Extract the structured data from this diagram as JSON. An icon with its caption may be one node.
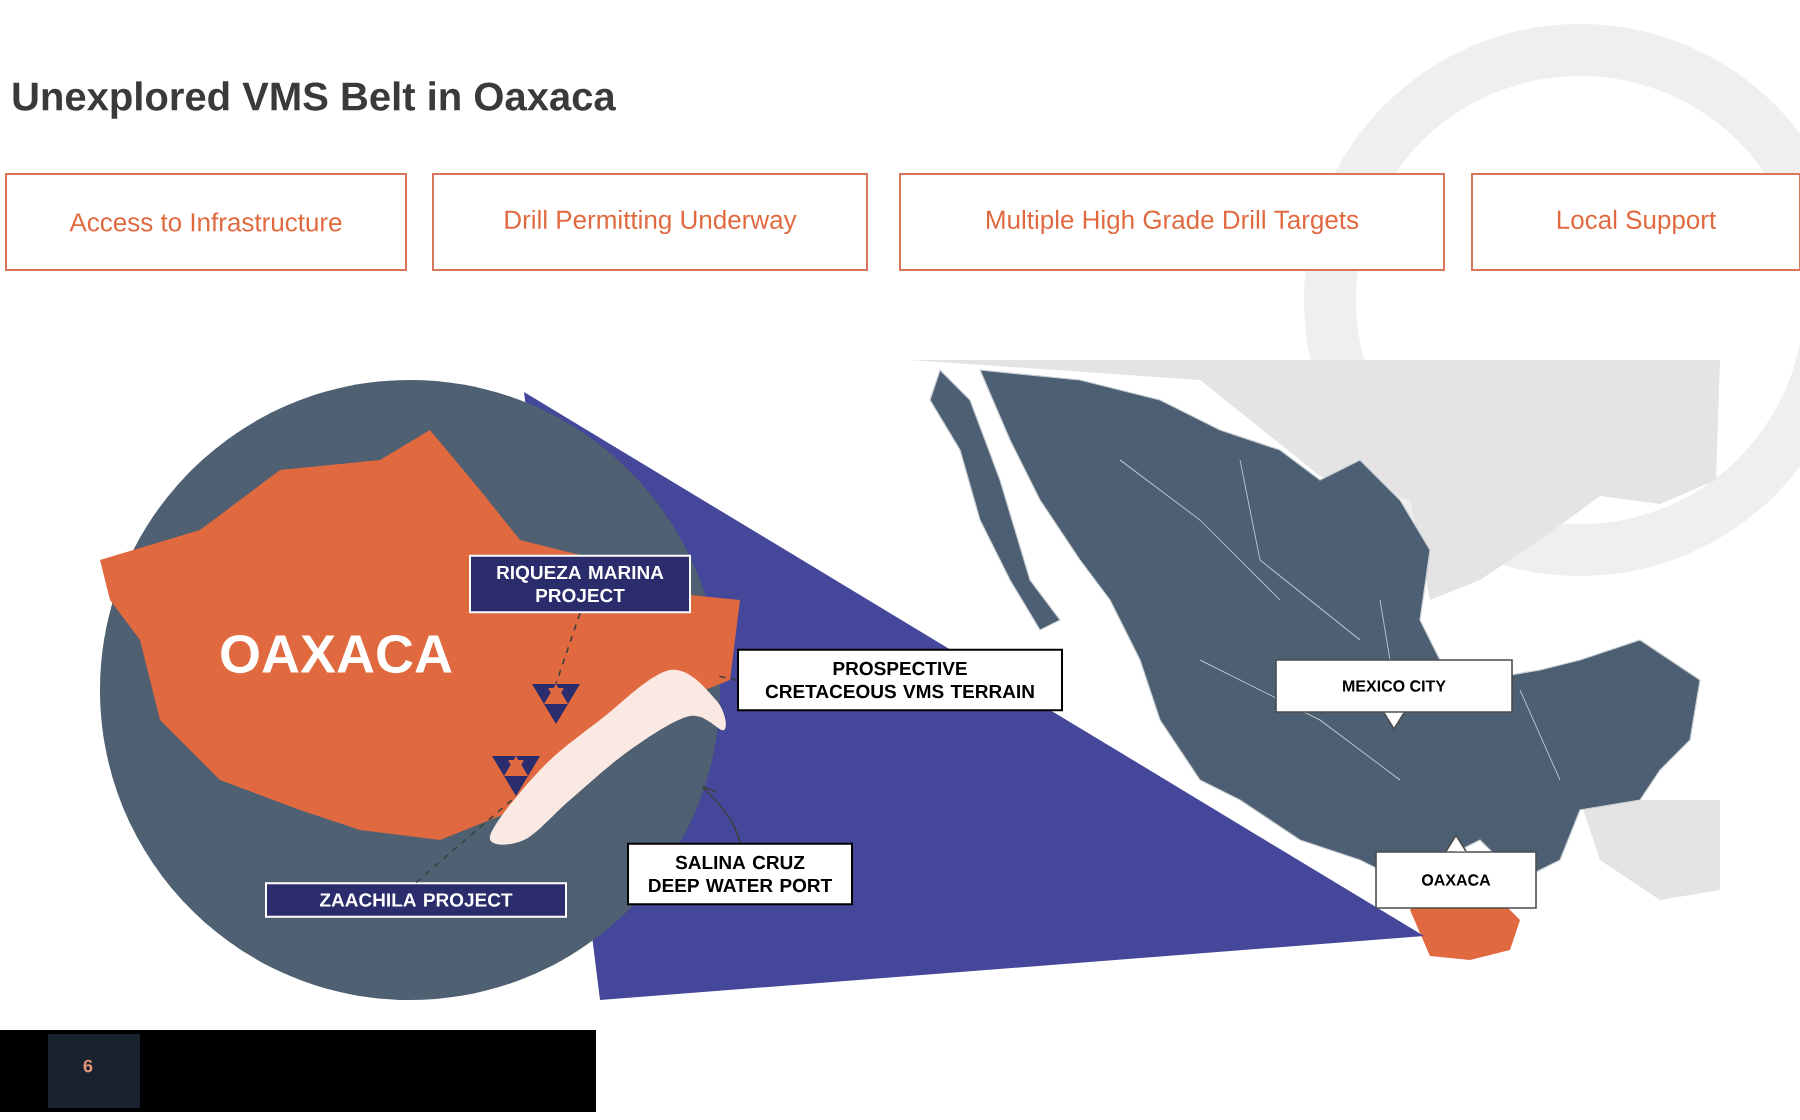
{
  "diagram": {
    "title": "Unexplored VMS Belt in Oaxaca",
    "nodes": [
      {
        "text": [
          "Access to Infrastructure"
        ]
      },
      {
        "text": [
          "Drill Permitting Underway"
        ]
      },
      {
        "text": [
          "Multiple High Grade Drill Targets"
        ]
      },
      {
        "text": [
          "Local Support"
        ]
      },
      {
        "text": [
          "RIQUEZA MARINA PROJECT"
        ]
      },
      {
        "text": [
          "PROSPECTIVE CRETACEOUS VMS TERRAIN"
        ]
      },
      {
        "text": [
          "ZAACHILA PROJECT"
        ]
      },
      {
        "text": [
          "SALINA CRUZ DEEP WATER PORT"
        ]
      },
      {
        "text": [
          "MEXICO CITY"
        ]
      },
      {
        "text": [
          "OAXACA"
        ]
      },
      {
        "text": [],
        "shape": "triangle"
      },
      {
        "text": [],
        "shape": "triangle"
      },
      {
        "text": [],
        "shape": "picture"
      }
    ],
    "edges": [
      {
        "from": 4,
        "to": 10,
        "arrow": "none",
        "style": "dashed"
      },
      {
        "from": 5,
        "to": 12,
        "arrow": "none",
        "style": "dashed"
      },
      {
        "from": 6,
        "to": 11,
        "arrow": "none",
        "style": "dashed"
      },
      {
        "from": 7,
        "to": 12,
        "arrow": "none"
      }
    ],
    "labels": [
      "OAXACA",
      "6"
    ]
  }
}
